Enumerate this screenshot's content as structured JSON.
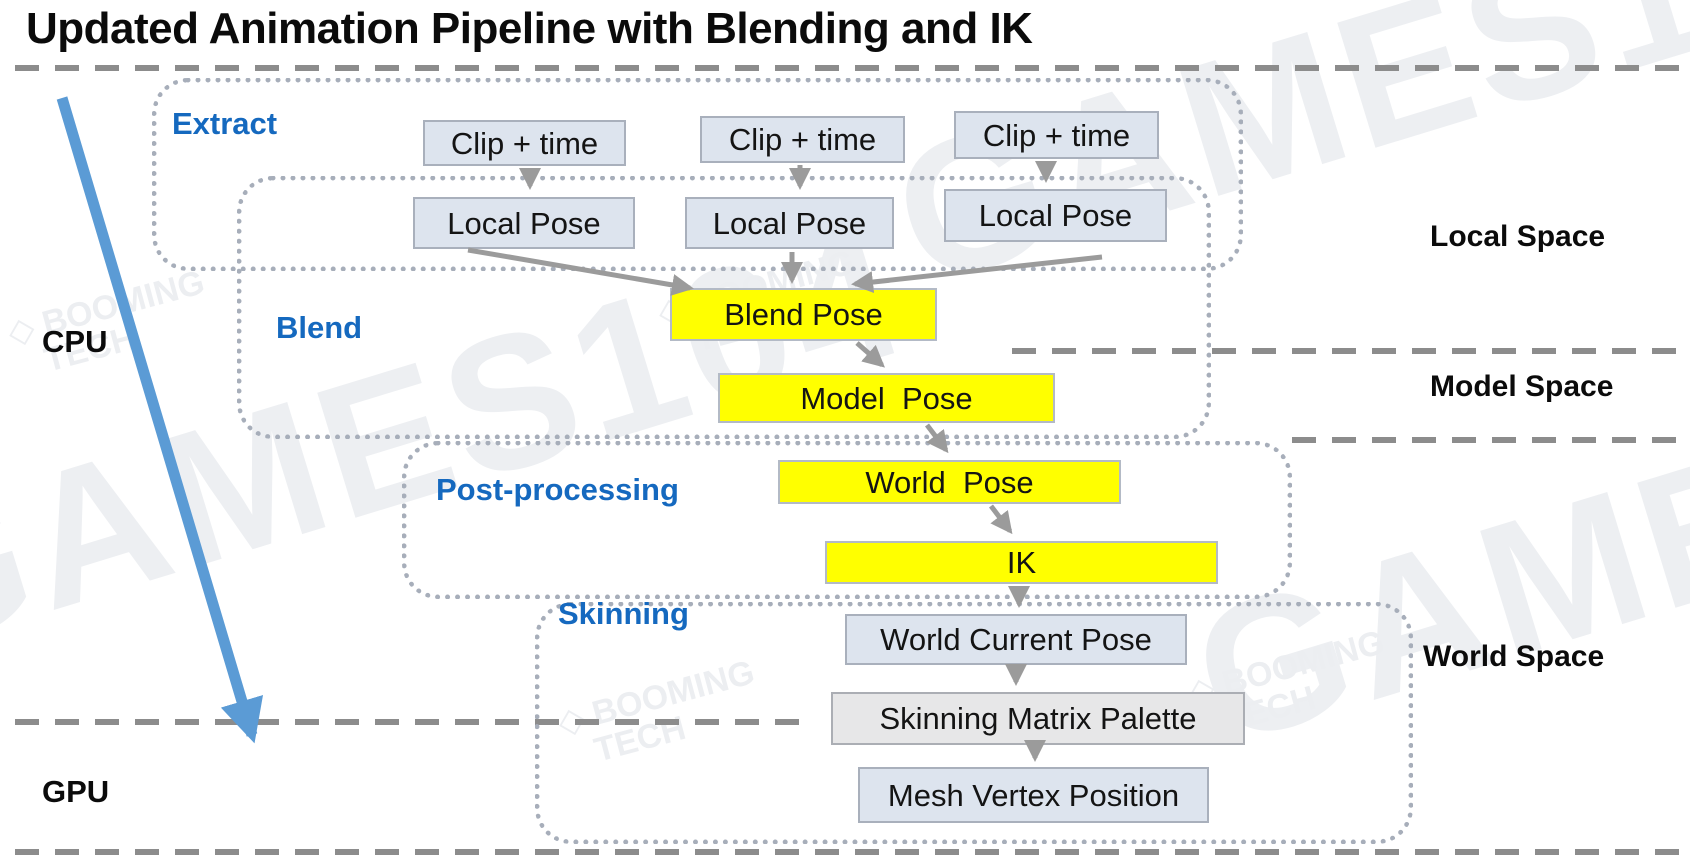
{
  "title": "Updated Animation Pipeline with Blending and IK",
  "left_labels": {
    "cpu": "CPU",
    "gpu": "GPU"
  },
  "space_labels": {
    "local": "Local Space",
    "model": "Model Space",
    "world": "World Space"
  },
  "groups": {
    "extract": "Extract",
    "blend": "Blend",
    "post_processing": "Post-processing",
    "skinning": "Skinning"
  },
  "nodes": {
    "clip1": "Clip + time",
    "clip2": "Clip + time",
    "clip3": "Clip + time",
    "local1": "Local Pose",
    "local2": "Local Pose",
    "local3": "Local Pose",
    "blend_pose": "Blend Pose",
    "model_pose": "Model  Pose",
    "world_pose": "World  Pose",
    "ik": "IK",
    "world_current_pose": "World Current Pose",
    "skinning_matrix_palette": "Skinning Matrix Palette",
    "mesh_vertex_position": "Mesh Vertex Position"
  },
  "watermarks": {
    "games": "GAMES104",
    "booming": "◇ BOOMING\n   TECH"
  },
  "colors": {
    "highlight_yellow": "#ffff00",
    "node_fill": "#dde4ee",
    "palette_fill": "#e7e7e8",
    "group_label_blue": "#1569bf",
    "flow_arrow_gray": "#9b9b9b",
    "cpu_gpu_arrow_blue": "#5b9bd5",
    "dashed_line_gray": "#8c8c8c"
  }
}
